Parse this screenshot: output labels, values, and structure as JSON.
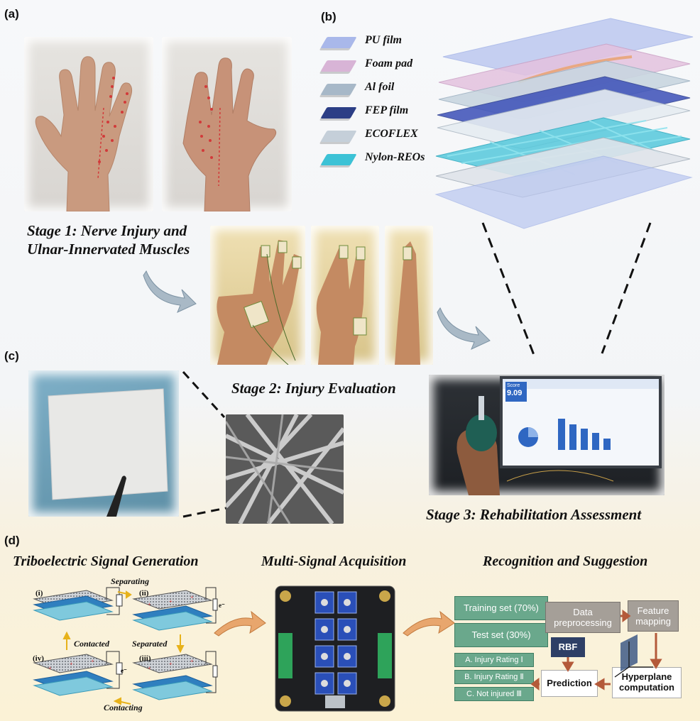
{
  "panels": {
    "a": "(a)",
    "b": "(b)",
    "c": "(c)",
    "d": "(d)"
  },
  "layers": [
    {
      "label": "PU film",
      "color": "#a9b8ea"
    },
    {
      "label": "Foam pad",
      "color": "#d8b4d6"
    },
    {
      "label": "Al foil",
      "color": "#a7b8c8"
    },
    {
      "label": "FEP film",
      "color": "#2c3e86"
    },
    {
      "label": "ECOFLEX",
      "color": "#c5cfd9"
    },
    {
      "label": "Nylon-REOs",
      "color": "#3cc2d6"
    }
  ],
  "stages": {
    "stage1_line1": "Stage 1: Nerve Injury and",
    "stage1_line2": "Ulnar-Innervated Muscles",
    "stage2": "Stage 2: Injury Evaluation",
    "stage3": "Stage 3: Rehabilitation Assessment"
  },
  "section_d": {
    "titles": {
      "generation": "Triboelectric Signal Generation",
      "acquisition": "Multi-Signal Acquisition",
      "recognition": "Recognition and Suggestion"
    },
    "states": {
      "i": "(i)",
      "ii": "(ii)",
      "iii": "(iii)",
      "iv": "(iv)",
      "separating": "Separating",
      "contacted": "Contacted",
      "separated": "Separated",
      "contacting": "Contacting",
      "electron": "e⁻"
    },
    "ml": {
      "training": "Training set (70%)",
      "test": "Test set (30%)",
      "data_line1": "Data",
      "data_line2": "preprocessing",
      "feature_line1": "Feature",
      "feature_line2": "mapping",
      "rbf": "RBF",
      "prediction": "Prediction",
      "hyper_line1": "Hyperplane",
      "hyper_line2": "computation",
      "ratings": [
        "A. Injury Rating Ⅰ",
        "B. Injury Rating Ⅱ",
        "C. Not injured Ⅲ"
      ]
    }
  },
  "screen": {
    "score_label": "Score",
    "score": "9.09"
  }
}
